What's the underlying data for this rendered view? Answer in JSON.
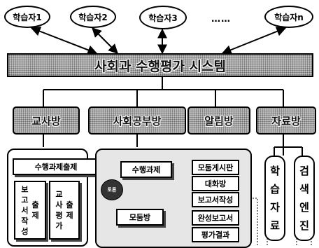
{
  "learners": [
    "학습자1",
    "학습자2",
    "학습자3",
    "학습자n"
  ],
  "ellipsis": "……",
  "system_title": "사회과 수행평가 시스템",
  "rooms": {
    "teacher": "교사방",
    "social_study": "사회공부방",
    "notice": "알림방",
    "resources": "자료방"
  },
  "teacher_panel": {
    "assign": "수행과제출제",
    "report_assign": [
      "보",
      "고",
      "서",
      "작",
      "성"
    ],
    "report_assign_2": [
      "출",
      "제"
    ],
    "teacher_eval": [
      "교",
      "사",
      "평",
      "가"
    ],
    "teacher_eval_2": [
      "출",
      "제"
    ]
  },
  "study_panel": {
    "task": "수행과제",
    "group_room": "모둠방",
    "sticker": "토론",
    "board": "모둠게시판",
    "chat": "대화방",
    "report_write": "보고서작성",
    "final_report": "완성보고서",
    "eval_result": "평가결과"
  },
  "resources_panel": {
    "learning_materials": [
      "학",
      "습",
      "자",
      "료"
    ],
    "search_engine": [
      "검",
      "색",
      "엔",
      "진"
    ]
  }
}
